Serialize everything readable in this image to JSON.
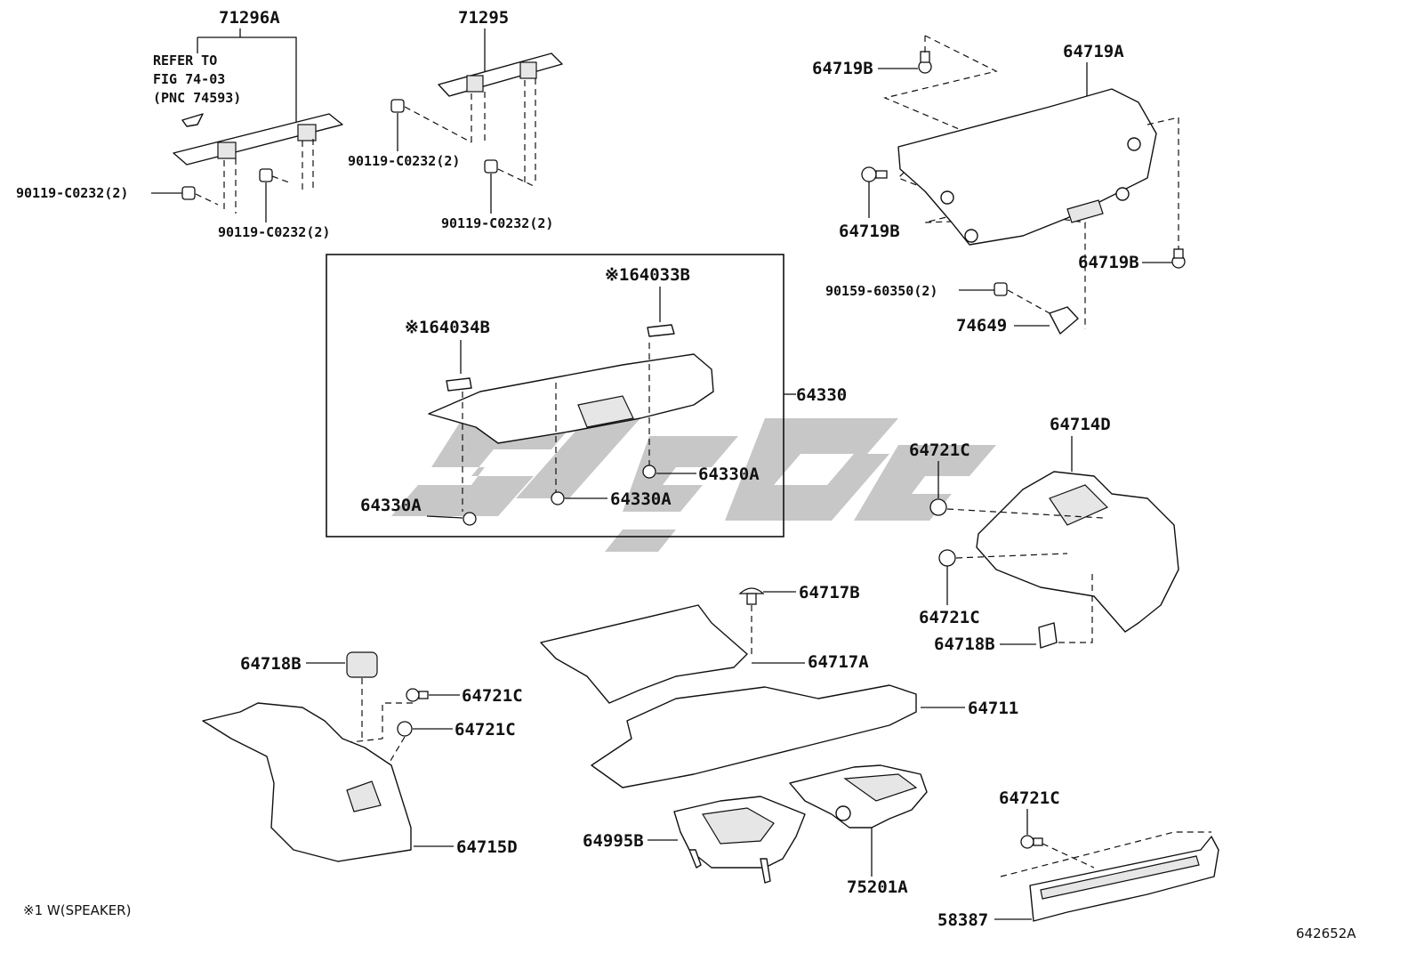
{
  "labels": {
    "p71296A": "71296A",
    "refer_line1": "REFER TO",
    "refer_line2": "FIG 74-03",
    "refer_line3": "(PNC 74593)",
    "bolt_left": "90119-C0232(2)",
    "bolt_left_bottom": "90119-C0232(2)",
    "p71295": "71295",
    "bolt_mid_upper": "90119-C0232(2)",
    "bolt_mid_lower": "90119-C0232(2)",
    "p64719B_top": "64719B",
    "p64719A": "64719A",
    "p64719B_left": "64719B",
    "p64719B_right": "64719B",
    "bolt_90159": "90159-60350(2)",
    "p74649": "74649",
    "p64033B": "※164033B",
    "p64034B": "※164034B",
    "p64330": "64330",
    "p64330A_right": "64330A",
    "p64330A_mid": "64330A",
    "p64330A_left": "64330A",
    "p64714D": "64714D",
    "p64721C_upper": "64721C",
    "p64721C_lower": "64721C",
    "p64718B_right": "64718B",
    "p64717B": "64717B",
    "p64717A": "64717A",
    "p64711": "64711",
    "p64718B_left": "64718B",
    "p64721C_left_upper": "64721C",
    "p64721C_left_lower": "64721C",
    "p64715D": "64715D",
    "p64995B": "64995B",
    "p75201A": "75201A",
    "p64721C_bottom": "64721C",
    "p58387": "58387",
    "footnote": "※1 W(SPEAKER)",
    "figure_id": "642652A"
  },
  "icons": {
    "watermark": "brand-watermark-logo"
  }
}
